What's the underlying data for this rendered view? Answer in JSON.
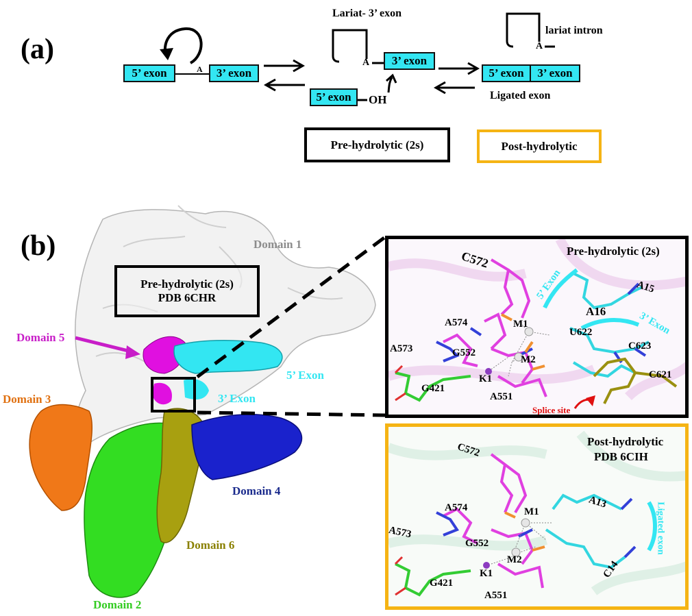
{
  "panel_a": {
    "label": "(a)",
    "exon5": "5’ exon",
    "exon3": "3’ exon",
    "branch_A": "A",
    "lariat_3exon_label": "Lariat- 3’ exon",
    "mid_A": "A",
    "mid_exon3": "3’ exon",
    "mid_exon5": "5’ exon",
    "oh": "OH",
    "right_lariat_intron": "lariat intron",
    "right_A": "A",
    "lig_exon5": "5’ exon",
    "lig_exon3": "3’ exon",
    "ligated_exon": "Ligated exon",
    "pre_box": "Pre-hydrolytic (2s)",
    "post_box": "Post-hydrolytic"
  },
  "panel_b": {
    "label": "(b)",
    "structure_box_line1": "Pre-hydrolytic (2s)",
    "structure_box_line2": "PDB 6CHR",
    "domains": {
      "d1": "Domain 1",
      "d2": "Domain 2",
      "d3": "Domain 3",
      "d4": "Domain 4",
      "d5": "Domain 5",
      "d6": "Domain 6",
      "exon5": "5’ Exon",
      "exon3": "3’ Exon"
    },
    "colors": {
      "domain1": "#f2f2f2",
      "domain2": "#33dd22",
      "domain3": "#f07818",
      "domain4": "#1a22cc",
      "domain5": "#e010e0",
      "domain6": "#a8a010",
      "exon": "#33e6f2",
      "pre_frame": "#000000",
      "post_frame": "#f5b414"
    },
    "pre_inset": {
      "title": "Pre-hydrolytic (2s)",
      "exon5": "5’ Exon",
      "exon3": "3’ Exon",
      "splice": "Splice site",
      "residues": {
        "C572": "C572",
        "A15": "A15",
        "A16": "A16",
        "A574": "A574",
        "M1": "M1",
        "U622": "U622",
        "A573": "A573",
        "G552": "G552",
        "M2": "M2",
        "C623": "C623",
        "K1": "K1",
        "C621": "C621",
        "G421": "G421",
        "A551": "A551"
      }
    },
    "post_inset": {
      "title_line1": "Post-hydrolytic",
      "title_line2": "PDB 6CIH",
      "ligated": "Ligated exon",
      "residues": {
        "C572": "C572",
        "A574": "A574",
        "M1": "M1",
        "A13": "A13",
        "A573": "A573",
        "G552": "G552",
        "M2": "M2",
        "K1": "K1",
        "G421": "G421",
        "C14": "C14",
        "A551": "A551"
      }
    }
  }
}
